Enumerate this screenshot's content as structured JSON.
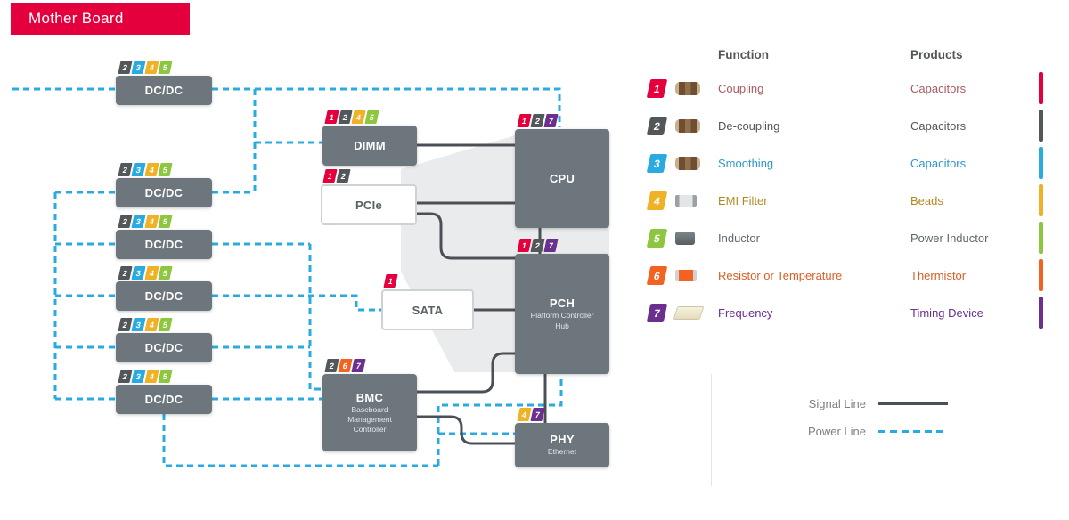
{
  "title": "Mother Board",
  "colors": {
    "banner": "#e4003c",
    "block_gray": "#6d767c",
    "signal_line": "#4a5055",
    "power_line": "#29abe2",
    "center_shade": "#e9ebec"
  },
  "badge_colors": {
    "1": "#e4003c",
    "2": "#53575a",
    "3": "#29abe2",
    "4": "#efb226",
    "5": "#8dc63f",
    "6": "#f26322",
    "7": "#6a2f8f"
  },
  "diagram": {
    "blocks": [
      {
        "id": "dcdc-1",
        "label": "DC/DC",
        "badges": [
          "2",
          "3",
          "4",
          "5"
        ]
      },
      {
        "id": "dcdc-2",
        "label": "DC/DC",
        "badges": [
          "2",
          "3",
          "4",
          "5"
        ]
      },
      {
        "id": "dcdc-3",
        "label": "DC/DC",
        "badges": [
          "2",
          "3",
          "4",
          "5"
        ]
      },
      {
        "id": "dcdc-4",
        "label": "DC/DC",
        "badges": [
          "2",
          "3",
          "4",
          "5"
        ]
      },
      {
        "id": "dcdc-5",
        "label": "DC/DC",
        "badges": [
          "2",
          "3",
          "4",
          "5"
        ]
      },
      {
        "id": "dcdc-6",
        "label": "DC/DC",
        "badges": [
          "2",
          "3",
          "4",
          "5"
        ]
      },
      {
        "id": "dimm",
        "label": "DIMM",
        "badges": [
          "1",
          "2",
          "4",
          "5"
        ]
      },
      {
        "id": "pcie",
        "label": "PCIe",
        "badges": [
          "1",
          "2"
        ]
      },
      {
        "id": "sata",
        "label": "SATA",
        "badges": [
          "1"
        ]
      },
      {
        "id": "bmc",
        "label": "BMC",
        "sub": "Baseboard Management Controller",
        "badges": [
          "2",
          "6",
          "7"
        ]
      },
      {
        "id": "cpu",
        "label": "CPU",
        "badges": [
          "1",
          "2",
          "7"
        ]
      },
      {
        "id": "pch",
        "label": "PCH",
        "sub": "Platform Controller Hub",
        "badges": [
          "1",
          "2",
          "7"
        ]
      },
      {
        "id": "phy",
        "label": "PHY",
        "sub": "Ethernet",
        "badges": [
          "4",
          "7"
        ]
      }
    ]
  },
  "legend": {
    "function_header": "Function",
    "products_header": "Products",
    "rows": [
      {
        "num": "1",
        "function": "Coupling",
        "product": "Capacitors",
        "badge_color": "#e4003c",
        "text_color": "#a85d62",
        "icon": "capacitor"
      },
      {
        "num": "2",
        "function": "De-coupling",
        "product": "Capacitors",
        "badge_color": "#53575a",
        "text_color": "#53575a",
        "icon": "capacitor"
      },
      {
        "num": "3",
        "function": "Smoothing",
        "product": "Capacitors",
        "badge_color": "#29abe2",
        "text_color": "#2f97cb",
        "icon": "capacitor"
      },
      {
        "num": "4",
        "function": "EMI Filter",
        "product": "Beads",
        "badge_color": "#efb226",
        "text_color": "#b3891f",
        "icon": "bead"
      },
      {
        "num": "5",
        "function": "Inductor",
        "product": "Power Inductor",
        "badge_color": "#8dc63f",
        "text_color": "#5f686d",
        "icon": "inductor"
      },
      {
        "num": "6",
        "function": "Resistor or Temperature",
        "product": "Thermistor",
        "badge_color": "#f26322",
        "text_color": "#d95f26",
        "icon": "resistor"
      },
      {
        "num": "7",
        "function": "Frequency",
        "product": "Timing Device",
        "badge_color": "#6a2f8f",
        "text_color": "#6a2f8f",
        "icon": "crystal"
      }
    ]
  },
  "line_legend": {
    "signal_label": "Signal Line",
    "power_label": "Power Line"
  }
}
